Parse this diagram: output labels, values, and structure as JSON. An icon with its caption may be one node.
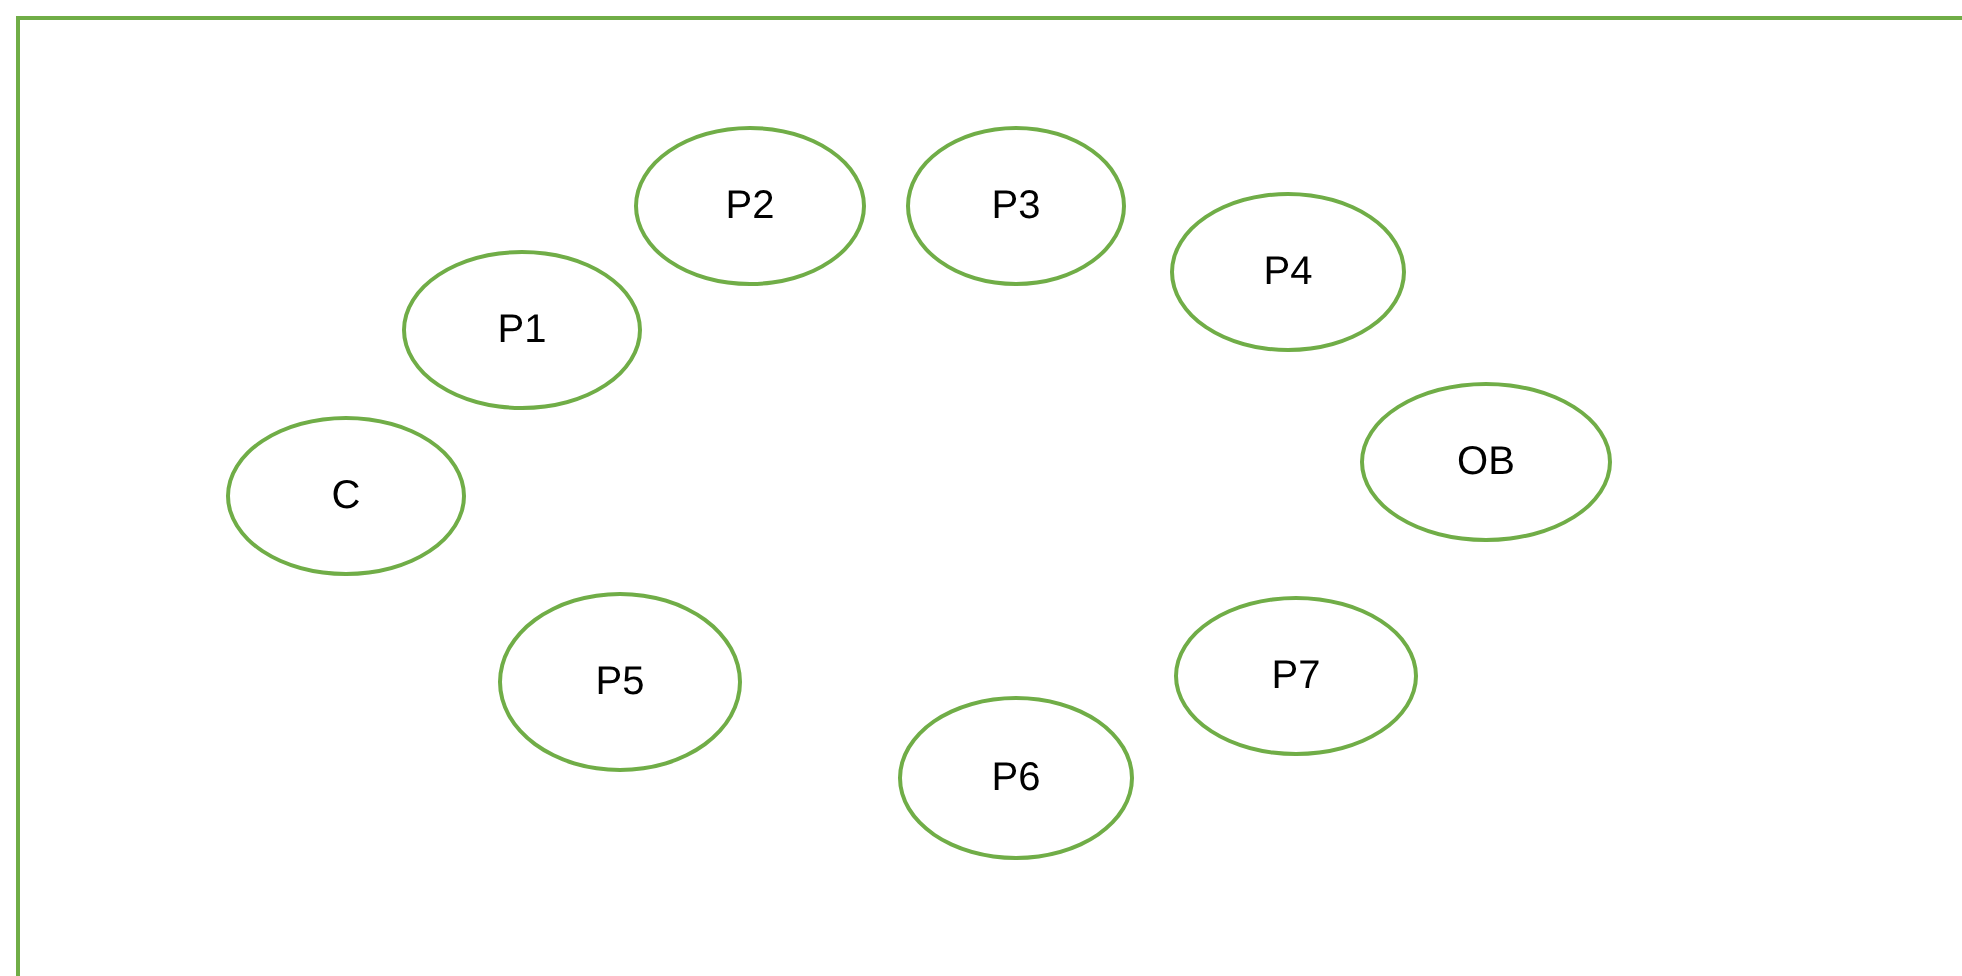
{
  "diagram": {
    "nodes": [
      {
        "text": [
          "P2"
        ]
      },
      {
        "text": [
          "P3"
        ]
      },
      {
        "text": [
          "P4"
        ]
      },
      {
        "text": [
          "P1"
        ]
      },
      {
        "text": [
          "OB"
        ]
      },
      {
        "text": [
          "C"
        ]
      },
      {
        "text": [
          "P7"
        ]
      },
      {
        "text": [
          "P5"
        ]
      },
      {
        "text": [
          "P6"
        ]
      }
    ]
  }
}
